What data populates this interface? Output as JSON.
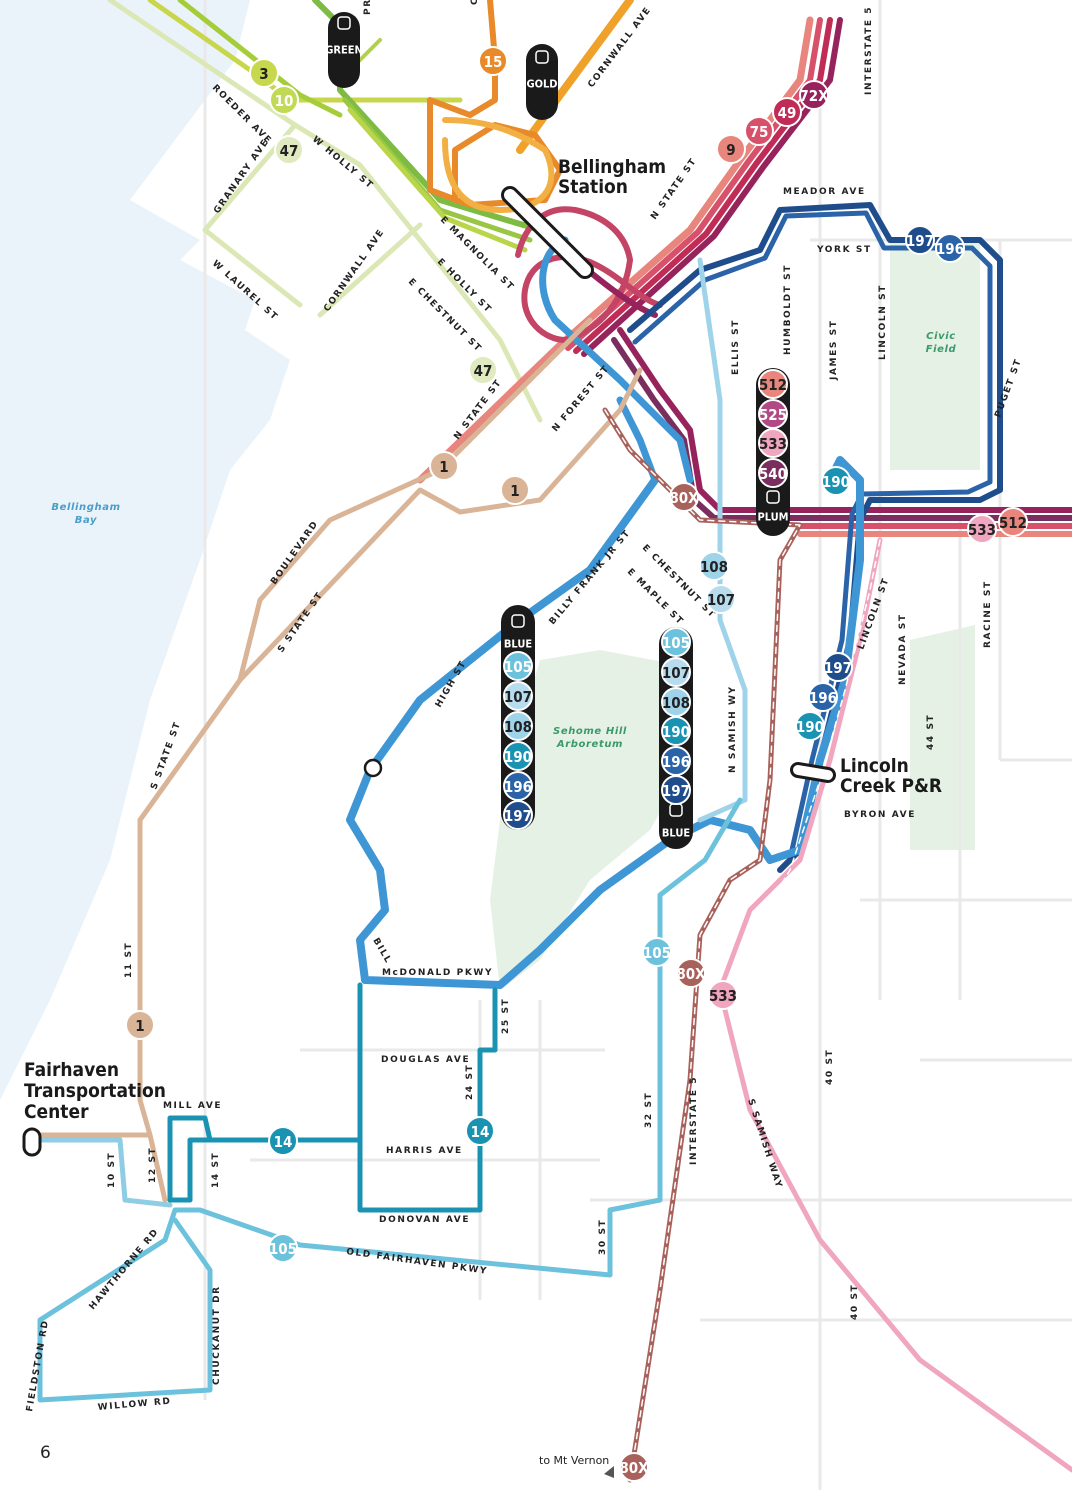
{
  "page_number": "6",
  "stations": {
    "bellingham": [
      "Bellingham",
      "Station"
    ],
    "lincoln_creek": [
      "Lincoln",
      "Creek P&R"
    ],
    "fairhaven": [
      "Fairhaven",
      "Transportation",
      "Center"
    ]
  },
  "places": {
    "bay": [
      "Bellingham",
      "Bay"
    ],
    "civic_field": [
      "Civic",
      "Field"
    ],
    "arboretum": [
      "Sehome Hill",
      "Arboretum"
    ]
  },
  "destination": "to Mt Vernon",
  "streets": [
    "PROSPECT ST",
    "COMMERCIAL ST",
    "CORNWALL AVE",
    "ROEDER AVE",
    "W HOLLY ST",
    "GRANARY AVE",
    "W LAUREL ST",
    "E MAGNOLIA ST",
    "E HOLLY ST",
    "CORNWALL AVE",
    "E CHESTNUT ST",
    "N STATE ST",
    "N STATE ST",
    "N FOREST ST",
    "MEADOR AVE",
    "YORK ST",
    "INTERSTATE 5",
    "HUMBOLDT ST",
    "ELLIS ST",
    "JAMES ST",
    "LINCOLN ST",
    "PUGET ST",
    "BOULEVARD",
    "S STATE ST",
    "BILLY FRANK JR ST",
    "E CHESTNUT ST",
    "E MAPLE ST",
    "HIGH ST",
    "LINCOLN ST",
    "NEVADA ST",
    "RACINE ST",
    "44 ST",
    "N SAMISH WY",
    "BYRON AVE",
    "S STATE ST",
    "11 ST",
    "BILL",
    "McDONALD PKWY",
    "25 ST",
    "DOUGLAS AVE",
    "24 ST",
    "HARRIS AVE",
    "DONOVAN AVE",
    "MILL AVE",
    "10 ST",
    "12 ST",
    "14 ST",
    "32 ST",
    "INTERSTATE 5",
    "30 ST",
    "S SAMISH WAY",
    "40 ST",
    "40 ST",
    "OLD FAIRHAVEN PKWY",
    "HAWTHORNE RD",
    "CHUCKANUT DR",
    "FIELDSTON RD",
    "WILLOW RD"
  ],
  "route_badges": [
    "3",
    "10",
    "47",
    "47",
    "15",
    "9",
    "75",
    "49",
    "72X",
    "197",
    "196",
    "1",
    "1",
    "80X",
    "512",
    "525",
    "533",
    "540",
    "190",
    "533",
    "512",
    "108",
    "107",
    "197",
    "196",
    "190",
    "105",
    "107",
    "108",
    "190",
    "196",
    "197",
    "105",
    "107",
    "108",
    "190",
    "196",
    "197",
    "105",
    "80X",
    "533",
    "1",
    "14",
    "14",
    "105",
    "80X"
  ],
  "stack_labels": [
    "GREEN",
    "GOLD",
    "PLUM",
    "BLUE",
    "BLUE"
  ],
  "colors": {
    "green": "#8cc63f",
    "lime": "#c8d84c",
    "gold": "#f0a12a",
    "orange": "#e8892a",
    "salmon": "#e8857c",
    "rose": "#d6416b",
    "maroon": "#96235c",
    "plum": "#7a2e5e",
    "navy": "#1f4d8c",
    "blue": "#3e96d4",
    "teal": "#1a93b3",
    "sky": "#6cc2dc",
    "tan": "#d9b497",
    "brown": "#a9625b",
    "pink": "#f0a6bf",
    "light_green": "#dfeac0",
    "water": "#e9f3fa",
    "park": "#e5f1e5"
  }
}
